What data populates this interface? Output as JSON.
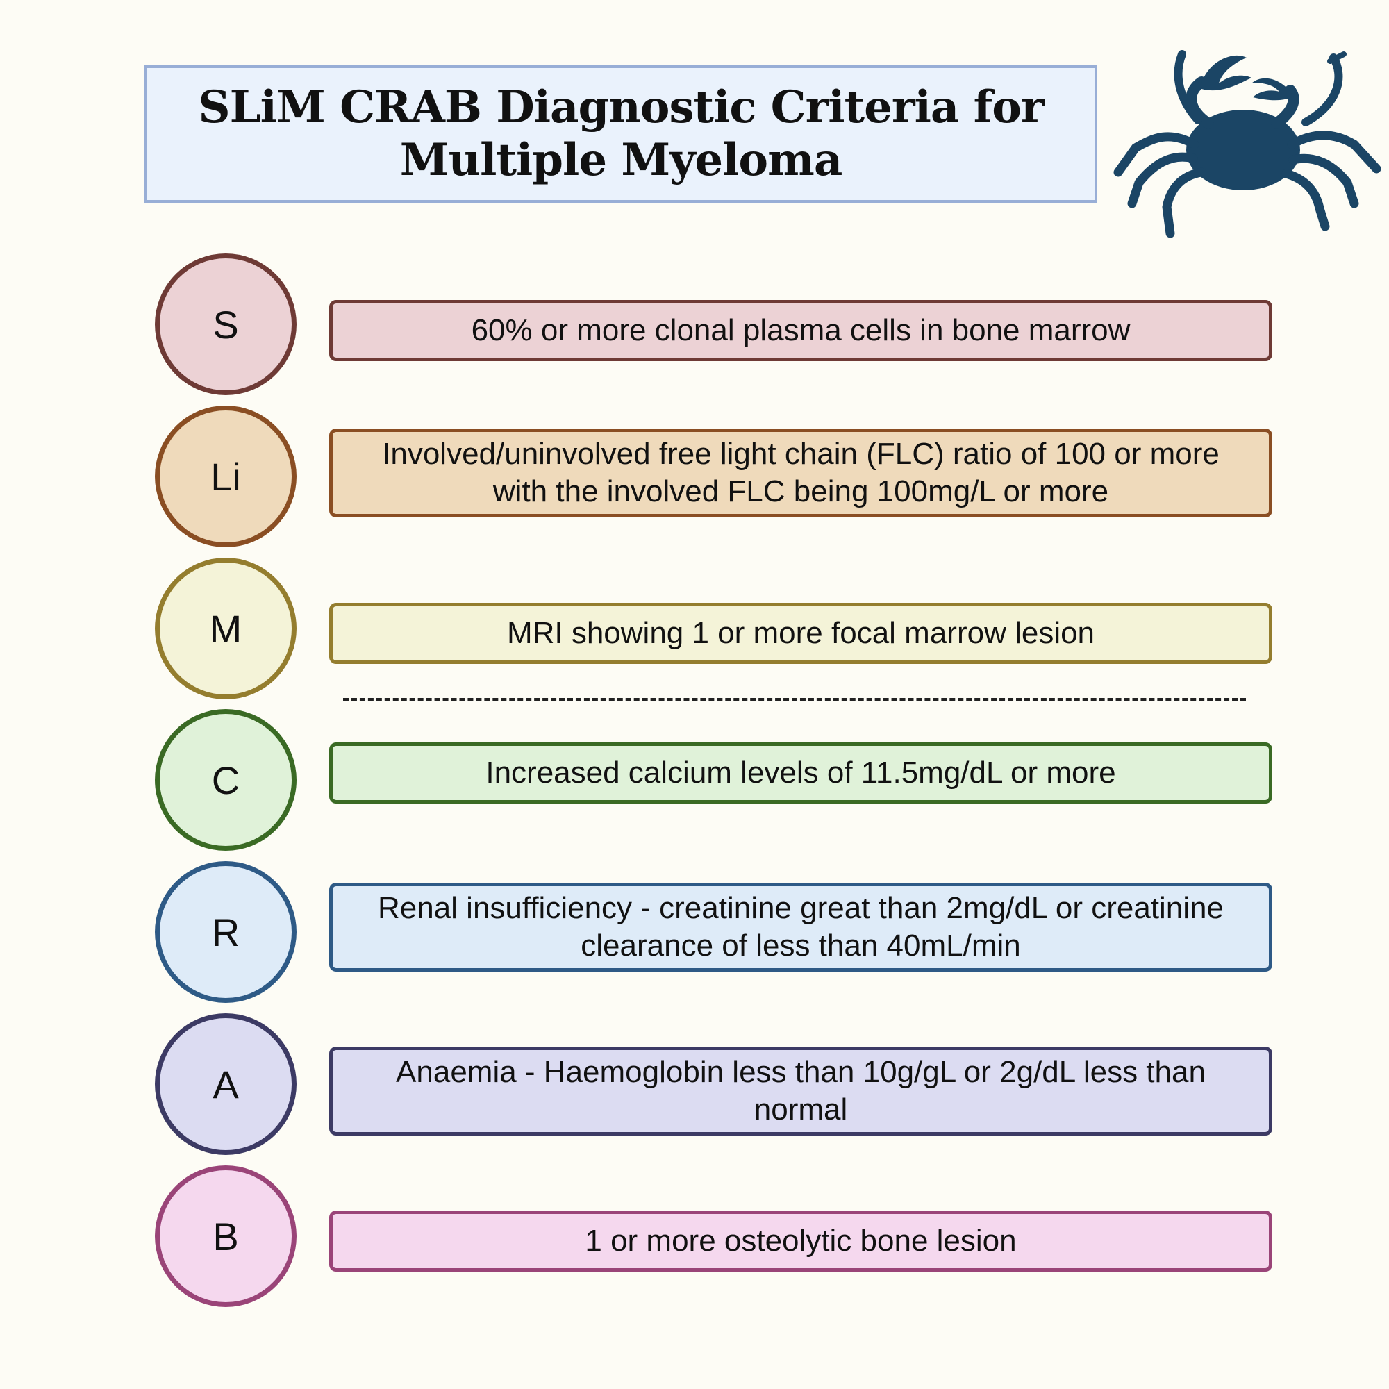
{
  "title": "SLiM CRAB Diagnostic Criteria for Multiple Myeloma",
  "criteria": [
    {
      "letter": "S",
      "text": "60% or more clonal plasma cells in bone marrow",
      "fill": "#ecd2d5",
      "border": "#6e3a35"
    },
    {
      "letter": "Li",
      "text": "Involved/uninvolved free light chain (FLC) ratio of 100 or more with the involved FLC being 100mg/L or more",
      "fill": "#efdabb",
      "border": "#8a4e23"
    },
    {
      "letter": "M",
      "text": "MRI showing 1 or more focal marrow lesion",
      "fill": "#f4f3d8",
      "border": "#947d2e"
    },
    {
      "letter": "C",
      "text": "Increased calcium levels of 11.5mg/dL or more",
      "fill": "#e0f2d9",
      "border": "#3a6a24"
    },
    {
      "letter": "R",
      "text": "Renal insufficiency - creatinine great than 2mg/dL or creatinine clearance of less than 40mL/min",
      "fill": "#deebf8",
      "border": "#2e5a86"
    },
    {
      "letter": "A",
      "text": "Anaemia - Haemoglobin less than 10g/gL or 2g/dL less than normal",
      "fill": "#dcdcf2",
      "border": "#3c3a64"
    },
    {
      "letter": "B",
      "text": "1 or more osteolytic bone lesion",
      "fill": "#f5d8ee",
      "border": "#9a4478"
    }
  ],
  "colors": {
    "background": "#fdfcf5",
    "title_fill": "#eaf2fc",
    "title_border": "#98aed6",
    "crab": "#1b4565"
  },
  "icons": {
    "crab": "crab-icon"
  }
}
